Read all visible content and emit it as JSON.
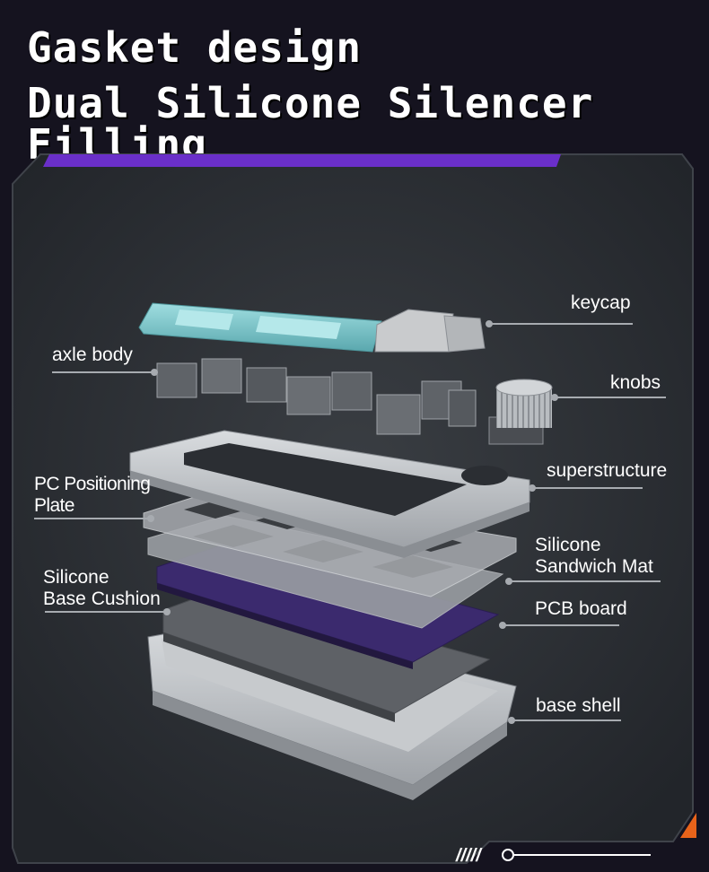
{
  "title": {
    "line1": "Gasket design",
    "line2": "Dual Silicone Silencer Filling"
  },
  "labels": {
    "keycap": "keycap",
    "axle_body": "axle body",
    "knobs": "knobs",
    "superstructure": "superstructure",
    "pc_plate_line1": "PC Positioning",
    "pc_plate_line2": "Plate",
    "silicone_mat_line1": "Silicone",
    "silicone_mat_line2": "Sandwich Mat",
    "base_cushion_line1": "Silicone",
    "base_cushion_line2": "Base Cushion",
    "pcb": "PCB board",
    "base_shell": "base shell"
  },
  "colors": {
    "background": "#15131f",
    "panel": "#2a2d31",
    "accent_purple": "#6a2fc9",
    "accent_orange": "#e8631a",
    "keycap_cyan": "#7ec8cc",
    "pcb_purple": "#3b2a6e"
  },
  "footer": {
    "slashes": "/////"
  }
}
